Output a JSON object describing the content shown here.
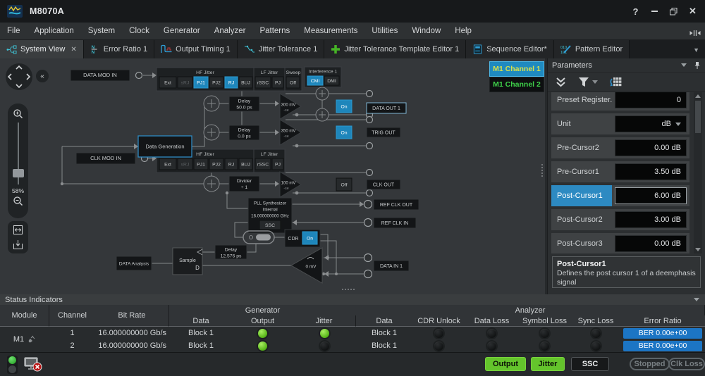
{
  "titlebar": {
    "title": "M8070A",
    "help": "?",
    "close": "✕"
  },
  "menu": {
    "items": [
      "File",
      "Application",
      "System",
      "Clock",
      "Generator",
      "Analyzer",
      "Patterns",
      "Measurements",
      "Utilities",
      "Window",
      "Help"
    ]
  },
  "tabs": [
    {
      "label": "System View",
      "close": "✕"
    },
    {
      "label": "Error Ratio 1"
    },
    {
      "label": "Output Timing 1"
    },
    {
      "label": "Jitter Tolerance 1"
    },
    {
      "label": "Jitter Tolerance Template Editor 1"
    },
    {
      "label": "Sequence Editor*"
    },
    {
      "label": "Pattern Editor"
    }
  ],
  "diagram": {
    "zoom_level": "58%",
    "channel_tabs": [
      {
        "label": "M1 Channel 1",
        "state": "selected"
      },
      {
        "label": "M1 Channel 2",
        "state": ""
      }
    ],
    "io": {
      "data_mod_in": "DATA MOD IN",
      "clk_mod_in": "CLK MOD IN",
      "data_out_1": "DATA OUT 1",
      "trig_out": "TRIG OUT",
      "clk_out": "CLK OUT",
      "ref_clk_out": "REF CLK OUT",
      "ref_clk_in": "REF CLK IN",
      "data_in_1": "DATA IN 1"
    },
    "groups": {
      "hf_jitter": "HF Jitter",
      "lf_jitter": "LF Jitter",
      "sweep": "Sweep",
      "interference": "Interference 1"
    },
    "buttons": {
      "ext": "Ext",
      "srj": "sRJ",
      "pj1": "PJ1",
      "pj2": "PJ2",
      "rj": "RJ",
      "buj": "BUJ",
      "rssc": "rSSC",
      "pj": "PJ",
      "on": "On",
      "off": "Off",
      "cmi": "CMI",
      "dmi": "DMI",
      "ssc": "SSC",
      "cdr": "CDR"
    },
    "blocks": {
      "data_generation": "Data Generation",
      "data_analysis": "DATA Analysis",
      "sample": "Sample",
      "sample_d": "D",
      "delay": "Delay",
      "delay1_value": "50.0 ps",
      "delay2_value": "0.0 ps",
      "delay3_value": "12.576 ps",
      "divider": "Divider",
      "divider_value": "÷ 1",
      "pll_line1": "PLL Synthesizer",
      "pll_line2": "Internal",
      "pll_line3": "16.000000000 GHz",
      "amp_data": "300 mV",
      "amp_trig": "350 mV",
      "amp_clk": "100 mV",
      "amp_in": "0 mV",
      "se": "-se"
    },
    "states": {
      "srj": "dim",
      "pj1": "active",
      "rj": "active",
      "cmi": "active",
      "data_out_en": "active",
      "trig_out_en": "active",
      "clk_out_en": "",
      "cdr_en": "active"
    }
  },
  "parameters": {
    "title": "Parameters",
    "rows": [
      {
        "label": "Preset Register...",
        "value": "0",
        "state": ""
      },
      {
        "label": "Unit",
        "value": "dB",
        "state": ""
      },
      {
        "label": "Pre-Cursor2",
        "value": "0.00 dB",
        "state": ""
      },
      {
        "label": "Pre-Cursor1",
        "value": "3.50 dB",
        "state": ""
      },
      {
        "label": "Post-Cursor1",
        "value": "6.00 dB",
        "state": "selected"
      },
      {
        "label": "Post-Cursor2",
        "value": "3.00 dB",
        "state": ""
      },
      {
        "label": "Post-Cursor3",
        "value": "0.00 dB",
        "state": ""
      }
    ],
    "description": {
      "title": "Post-Cursor1",
      "text": "Defines the post cursor 1 of a deemphasis signal"
    }
  },
  "status": {
    "title": "Status Indicators",
    "group_headers": {
      "generator": "Generator",
      "analyzer": "Analyzer"
    },
    "columns": {
      "module": "Module",
      "channel": "Channel",
      "bit_rate": "Bit Rate",
      "gen_data": "Data",
      "output": "Output",
      "jitter": "Jitter",
      "ana_data": "Data",
      "cdr_unlock": "CDR Unlock",
      "data_loss": "Data Loss",
      "symbol_loss": "Symbol Loss",
      "sync_loss": "Sync Loss",
      "error_ratio": "Error Ratio"
    },
    "module": "M1",
    "rows": [
      {
        "channel": "1",
        "bit_rate": "16.000000000 Gb/s",
        "gen_data": "Block 1",
        "output_state": "on",
        "jitter_state": "on",
        "ana_data": "Block 1",
        "cdr_unlock_state": "off",
        "data_loss_state": "off",
        "symbol_loss_state": "off",
        "sync_loss_state": "off",
        "error_ratio": "BER 0.00e+00"
      },
      {
        "channel": "2",
        "bit_rate": "16.000000000 Gb/s",
        "gen_data": "Block 1",
        "output_state": "on",
        "jitter_state": "off",
        "ana_data": "Block 1",
        "cdr_unlock_state": "off",
        "data_loss_state": "off",
        "symbol_loss_state": "off",
        "sync_loss_state": "off",
        "error_ratio": "BER 0.00e+00"
      }
    ]
  },
  "footer": {
    "output": "Output",
    "jitter": "Jitter",
    "ssc": "SSC",
    "stopped": "Stopped",
    "clk_loss": "Clk Loss"
  }
}
